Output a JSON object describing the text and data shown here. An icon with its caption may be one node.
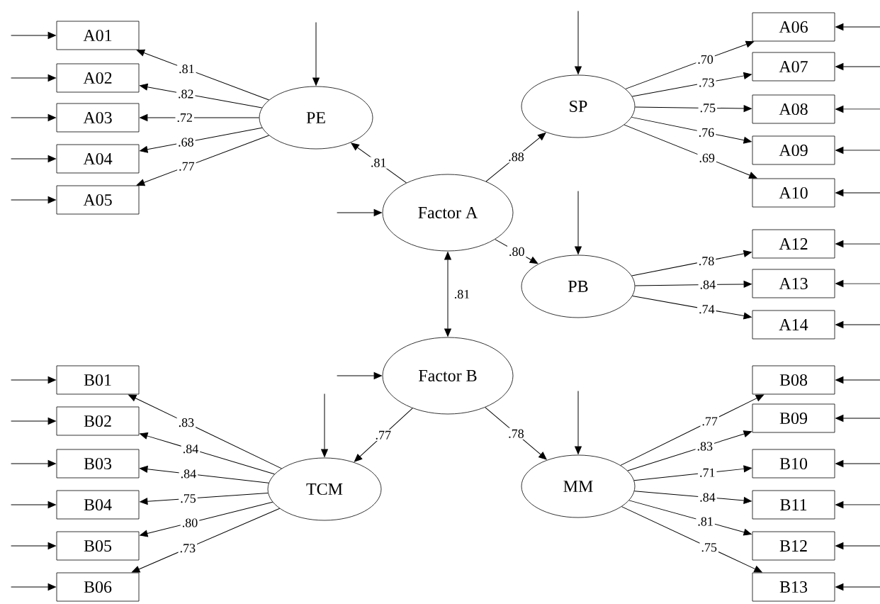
{
  "diagram": {
    "nodes": [
      {
        "text": [
          "A01"
        ]
      },
      {
        "text": [
          "A02"
        ]
      },
      {
        "text": [
          "A03"
        ]
      },
      {
        "text": [
          "A04"
        ]
      },
      {
        "text": [
          "A05"
        ]
      },
      {
        "text": [
          "PE"
        ]
      },
      {
        "text": [
          "SP"
        ]
      },
      {
        "text": [
          "A06"
        ]
      },
      {
        "text": [
          "A07"
        ]
      },
      {
        "text": [
          "A08"
        ]
      },
      {
        "text": [
          "A09"
        ]
      },
      {
        "text": [
          "A10"
        ]
      },
      {
        "text": [
          "Factor A"
        ]
      },
      {
        "text": [
          "PB"
        ]
      },
      {
        "text": [
          "A12"
        ]
      },
      {
        "text": [
          "A13"
        ]
      },
      {
        "text": [
          "A14"
        ]
      },
      {
        "text": [
          "Factor B"
        ]
      },
      {
        "text": [
          "B01"
        ]
      },
      {
        "text": [
          "B02"
        ]
      },
      {
        "text": [
          "B03"
        ]
      },
      {
        "text": [
          "B04"
        ]
      },
      {
        "text": [
          "B05"
        ]
      },
      {
        "text": [
          "B06"
        ]
      },
      {
        "text": [
          "TCM"
        ]
      },
      {
        "text": [
          "MM"
        ]
      },
      {
        "text": [
          "B08"
        ]
      },
      {
        "text": [
          "B09"
        ]
      },
      {
        "text": [
          "B10"
        ]
      },
      {
        "text": [
          "B11"
        ]
      },
      {
        "text": [
          "B12"
        ]
      },
      {
        "text": [
          "B13"
        ]
      }
    ],
    "edges": [
      {
        "from": 12,
        "to": 5,
        "arrow": "to",
        "label": ".81"
      },
      {
        "from": 12,
        "to": 6,
        "arrow": "to",
        "label": ".88"
      },
      {
        "from": 12,
        "to": 13,
        "arrow": "to",
        "label": ".80"
      },
      {
        "from": 12,
        "to": 17,
        "arrow": "both",
        "label": ".81"
      },
      {
        "from": 17,
        "to": 24,
        "arrow": "to",
        "label": ".77"
      },
      {
        "from": 17,
        "to": 25,
        "arrow": "to",
        "label": ".78"
      },
      {
        "from": 5,
        "to": 0,
        "arrow": "to",
        "label": ".81"
      },
      {
        "from": 5,
        "to": 1,
        "arrow": "to",
        "label": ".82"
      },
      {
        "from": 5,
        "to": 2,
        "arrow": "to",
        "label": ".72"
      },
      {
        "from": 5,
        "to": 3,
        "arrow": "to",
        "label": ".68"
      },
      {
        "from": 5,
        "to": 4,
        "arrow": "to",
        "label": ".77"
      },
      {
        "from": 6,
        "to": 7,
        "arrow": "to",
        "label": ".70"
      },
      {
        "from": 6,
        "to": 8,
        "arrow": "to",
        "label": ".73"
      },
      {
        "from": 6,
        "to": 9,
        "arrow": "to",
        "label": ".75"
      },
      {
        "from": 6,
        "to": 10,
        "arrow": "to",
        "label": ".76"
      },
      {
        "from": 6,
        "to": 11,
        "arrow": "to",
        "label": ".69"
      },
      {
        "from": 13,
        "to": 14,
        "arrow": "to",
        "label": ".78"
      },
      {
        "from": 13,
        "to": 15,
        "arrow": "to",
        "label": ".84"
      },
      {
        "from": 13,
        "to": 16,
        "arrow": "to",
        "label": ".74"
      },
      {
        "from": 24,
        "to": 18,
        "arrow": "to",
        "label": ".83"
      },
      {
        "from": 24,
        "to": 19,
        "arrow": "to",
        "label": ".84"
      },
      {
        "from": 24,
        "to": 20,
        "arrow": "to",
        "label": ".84"
      },
      {
        "from": 24,
        "to": 21,
        "arrow": "to",
        "label": ".75"
      },
      {
        "from": 24,
        "to": 22,
        "arrow": "to",
        "label": ".80"
      },
      {
        "from": 24,
        "to": 23,
        "arrow": "to",
        "label": ".73"
      },
      {
        "from": 25,
        "to": 26,
        "arrow": "to",
        "label": ".77"
      },
      {
        "from": 25,
        "to": 27,
        "arrow": "to",
        "label": ".83"
      },
      {
        "from": 25,
        "to": 28,
        "arrow": "to",
        "label": ".71"
      },
      {
        "from": 25,
        "to": 29,
        "arrow": "to",
        "label": ".84"
      },
      {
        "from": 25,
        "to": 30,
        "arrow": "to",
        "label": ".81"
      },
      {
        "from": 25,
        "to": 31,
        "arrow": "to",
        "label": ".75"
      },
      {
        "from": null,
        "to": 0,
        "arrow": "to"
      },
      {
        "from": null,
        "to": 1,
        "arrow": "to"
      },
      {
        "from": null,
        "to": 2,
        "arrow": "to"
      },
      {
        "from": null,
        "to": 3,
        "arrow": "to"
      },
      {
        "from": null,
        "to": 4,
        "arrow": "to"
      },
      {
        "from": null,
        "to": 5,
        "arrow": "to"
      },
      {
        "from": null,
        "to": 6,
        "arrow": "to"
      },
      {
        "from": null,
        "to": 7,
        "arrow": "to"
      },
      {
        "from": null,
        "to": 8,
        "arrow": "to"
      },
      {
        "from": null,
        "to": 9,
        "arrow": "to"
      },
      {
        "from": null,
        "to": 10,
        "arrow": "to"
      },
      {
        "from": null,
        "to": 11,
        "arrow": "to"
      },
      {
        "from": null,
        "to": 12,
        "arrow": "to"
      },
      {
        "from": null,
        "to": 13,
        "arrow": "to"
      },
      {
        "from": null,
        "to": 14,
        "arrow": "to"
      },
      {
        "from": null,
        "to": 15,
        "arrow": "to"
      },
      {
        "from": null,
        "to": 16,
        "arrow": "to"
      },
      {
        "from": null,
        "to": 17,
        "arrow": "to"
      },
      {
        "from": null,
        "to": 18,
        "arrow": "to"
      },
      {
        "from": null,
        "to": 19,
        "arrow": "to"
      },
      {
        "from": null,
        "to": 20,
        "arrow": "to"
      },
      {
        "from": null,
        "to": 21,
        "arrow": "to"
      },
      {
        "from": null,
        "to": 22,
        "arrow": "to"
      },
      {
        "from": null,
        "to": 23,
        "arrow": "to"
      },
      {
        "from": null,
        "to": 24,
        "arrow": "to"
      },
      {
        "from": null,
        "to": 25,
        "arrow": "to"
      },
      {
        "from": null,
        "to": 26,
        "arrow": "to"
      },
      {
        "from": null,
        "to": 27,
        "arrow": "to"
      },
      {
        "from": null,
        "to": 28,
        "arrow": "to"
      },
      {
        "from": null,
        "to": 29,
        "arrow": "to"
      },
      {
        "from": null,
        "to": 30,
        "arrow": "to"
      },
      {
        "from": null,
        "to": 31,
        "arrow": "to"
      }
    ]
  }
}
